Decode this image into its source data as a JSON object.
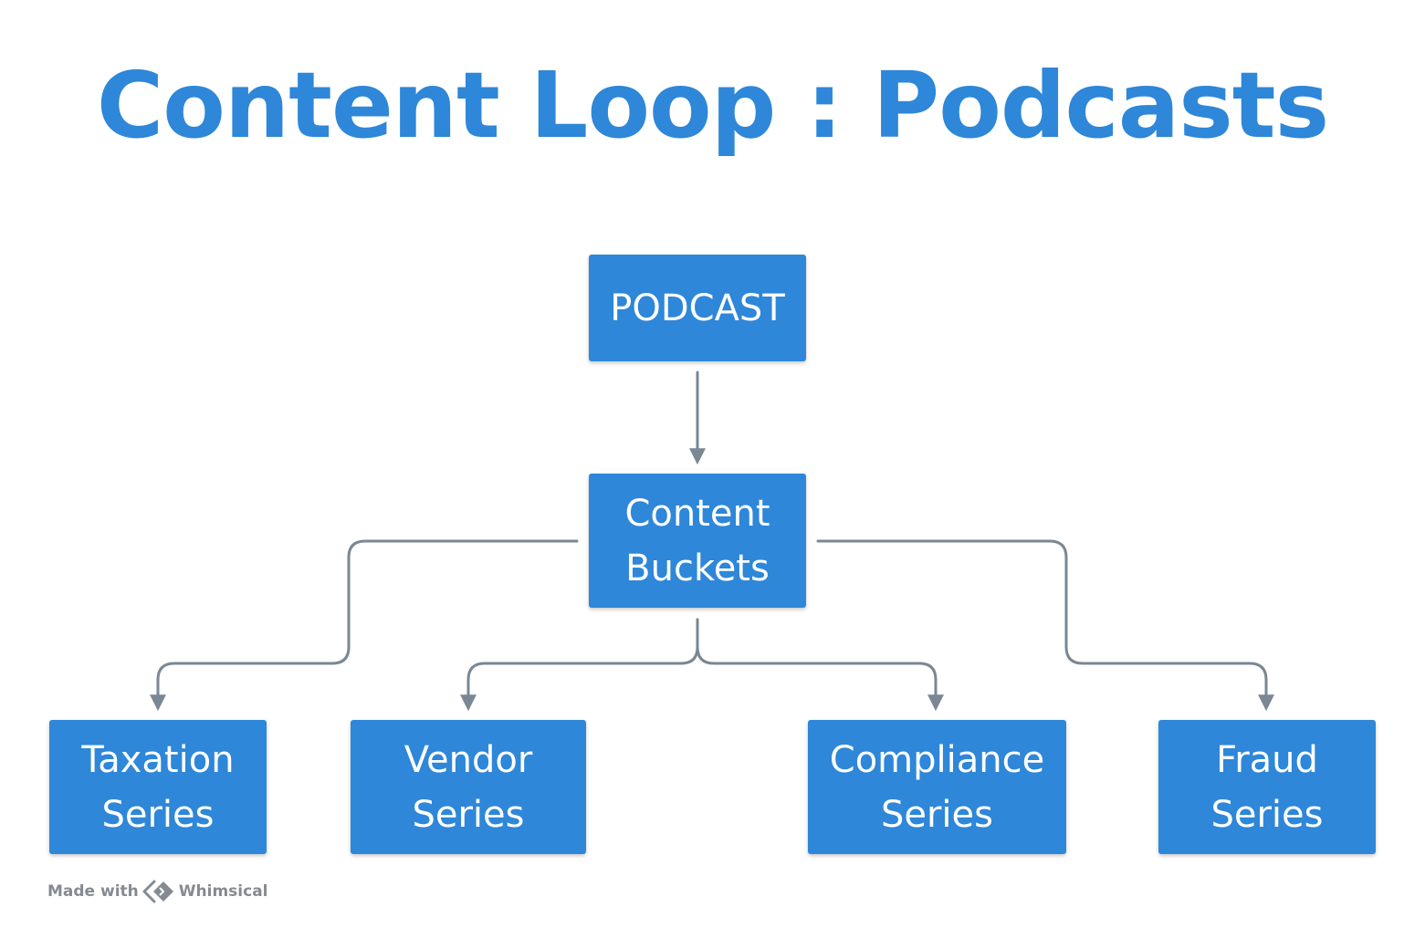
{
  "title": "Content Loop : Podcasts",
  "nodes": {
    "podcast": "PODCAST",
    "content_buckets": "Content\nBuckets",
    "taxation": "Taxation\nSeries",
    "vendor": "Vendor\nSeries",
    "compliance": "Compliance\nSeries",
    "fraud": "Fraud\nSeries"
  },
  "edges": [
    {
      "from": "PODCAST",
      "to": "Content Buckets"
    },
    {
      "from": "Content Buckets",
      "to": "Taxation Series"
    },
    {
      "from": "Content Buckets",
      "to": "Vendor Series"
    },
    {
      "from": "Content Buckets",
      "to": "Compliance Series"
    },
    {
      "from": "Content Buckets",
      "to": "Fraud Series"
    }
  ],
  "footer": {
    "made_with": "Made with",
    "brand": "Whimsical",
    "logo_icon": "whimsical-logo-icon"
  },
  "colors": {
    "node_fill": "#2e87d8",
    "node_text": "#ffffff",
    "title": "#2e87d8",
    "connector": "#7a8794",
    "footer_text": "#858b91"
  }
}
